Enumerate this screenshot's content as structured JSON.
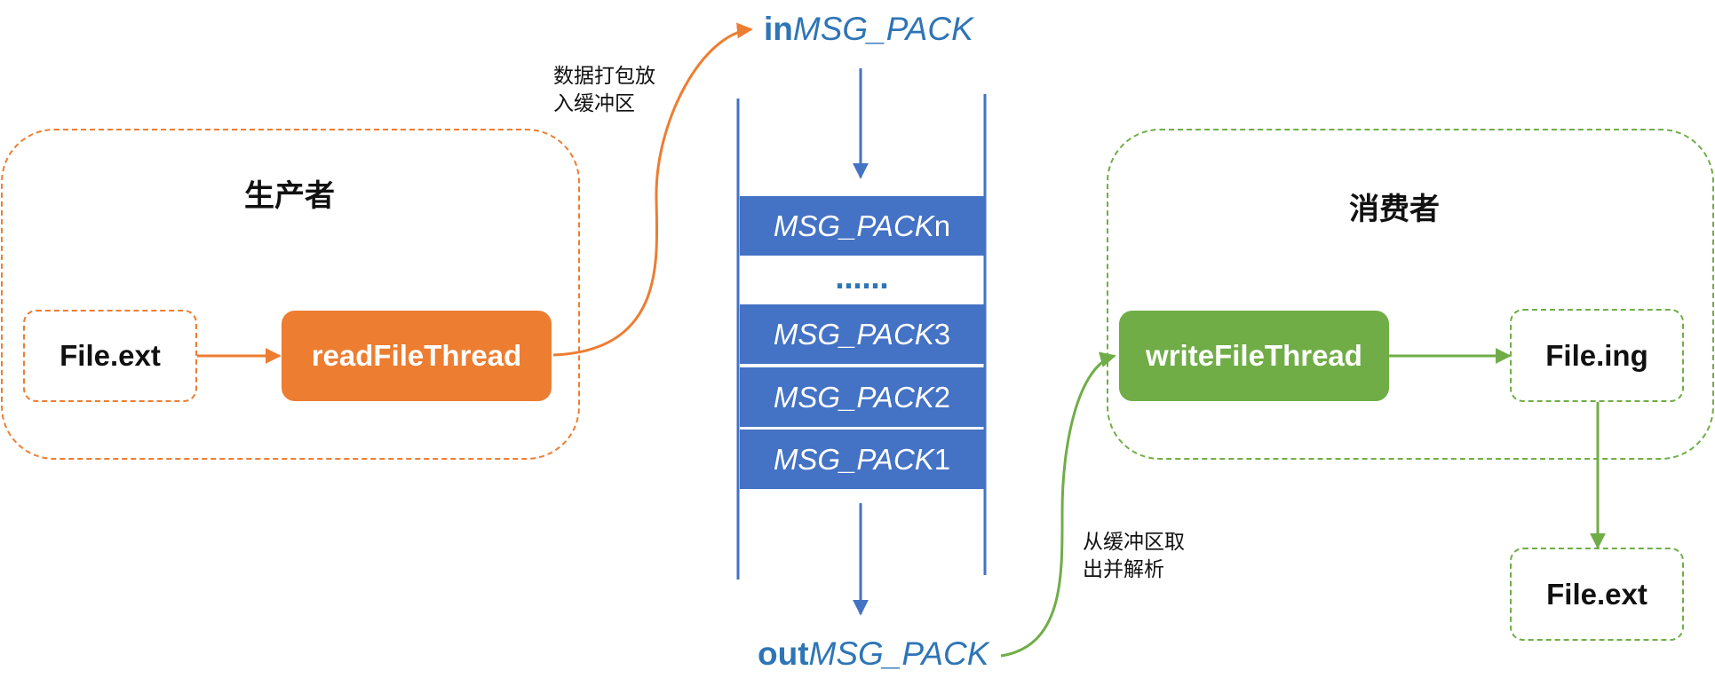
{
  "producer": {
    "title": "生产者",
    "input_file": "File.ext",
    "thread": "readFileThread"
  },
  "consumer": {
    "title": "消费者",
    "thread": "writeFileThread",
    "temp_file": "File.ing",
    "output_file": "File.ext"
  },
  "queue": {
    "in_keyword": "in",
    "in_item": "MSG_PACK",
    "out_keyword": "out",
    "out_item": "MSG_PACK",
    "ellipsis": "……",
    "rows": [
      {
        "name": "MSG_PACK",
        "index": "n"
      },
      {
        "name": "MSG_PACK",
        "index": "3"
      },
      {
        "name": "MSG_PACK",
        "index": "2"
      },
      {
        "name": "MSG_PACK",
        "index": "1"
      }
    ]
  },
  "notes": {
    "pack_line1": "数据打包放",
    "pack_line2": "入缓冲区",
    "take_line1": "从缓冲区取",
    "take_line2": "出并解析"
  },
  "colors": {
    "producer": "#ED7D31",
    "consumer": "#70AD47",
    "queue": "#4472C4",
    "text_blue": "#2E75B6"
  }
}
